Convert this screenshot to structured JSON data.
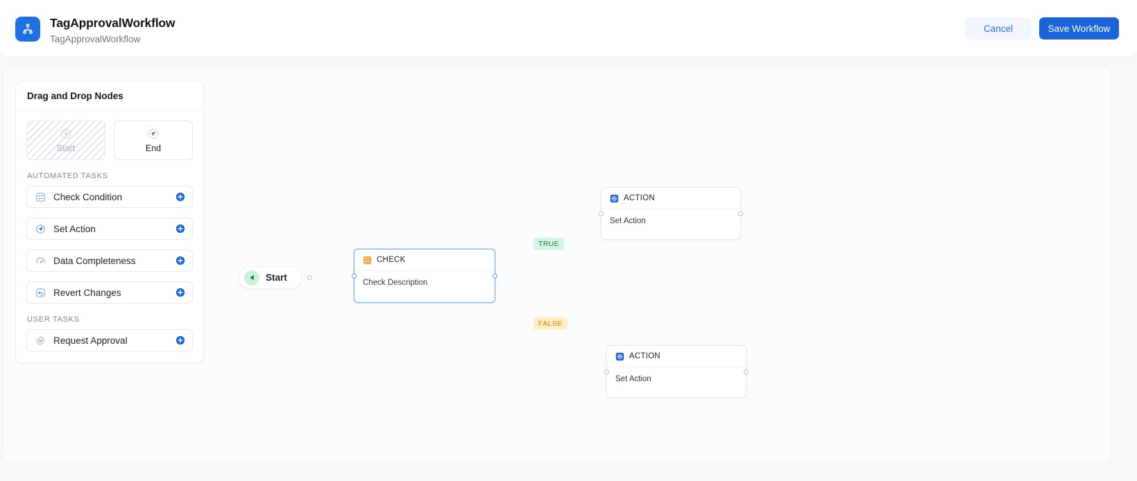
{
  "header": {
    "app_icon": "workflow-hierarchy-icon",
    "title": "TagApprovalWorkflow",
    "subtitle": "TagApprovalWorkflow",
    "cancel_label": "Cancel",
    "save_label": "Save Workflow",
    "accent_color": "#1a63d8",
    "cancel_bg": "#f0f5fe",
    "cancel_text_color": "#2a6fdd"
  },
  "palette": {
    "title": "Drag and Drop Nodes",
    "dragdrop": [
      {
        "label": "Start",
        "icon": "play-circle-icon",
        "disabled": true
      },
      {
        "label": "End",
        "icon": "pin-circle-icon",
        "disabled": false
      }
    ],
    "groups": [
      {
        "label": "AUTOMATED TASKS",
        "items": [
          {
            "label": "Check Condition",
            "icon": "checklist-icon",
            "add_icon": "plus-circle-icon"
          },
          {
            "label": "Set Action",
            "icon": "paper-plane-icon",
            "add_icon": "plus-circle-icon"
          },
          {
            "label": "Data Completeness",
            "icon": "gauge-icon",
            "add_icon": "plus-circle-icon"
          },
          {
            "label": "Revert Changes",
            "icon": "undo-arrow-icon",
            "add_icon": "plus-circle-icon"
          }
        ]
      },
      {
        "label": "USER TASKS",
        "items": [
          {
            "label": "Request Approval",
            "icon": "badge-check-icon",
            "add_icon": "plus-circle-icon"
          }
        ]
      }
    ]
  },
  "canvas": {
    "start_node": {
      "label": "Start",
      "icon": "play-triangle-icon"
    },
    "nodes": [
      {
        "id": "check",
        "type": "CHECK",
        "description": "Check Description",
        "icon": "check-condition-icon",
        "selected": true
      },
      {
        "id": "action-true",
        "type": "ACTION",
        "description": "Set Action",
        "icon": "action-icon",
        "selected": false
      },
      {
        "id": "action-false",
        "type": "ACTION",
        "description": "Set Action",
        "icon": "action-icon",
        "selected": false
      }
    ],
    "branch_labels": [
      {
        "text": "TRUE",
        "bg": "#d6f5e1",
        "color": "#17784a"
      },
      {
        "text": "FALSE",
        "bg": "#fdeec4",
        "color": "#c98a12"
      }
    ]
  }
}
